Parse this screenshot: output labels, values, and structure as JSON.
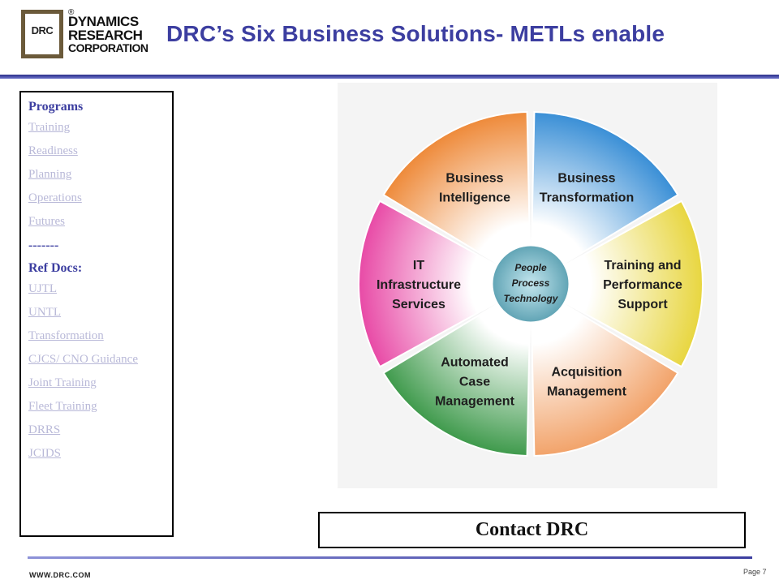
{
  "logo": {
    "badge": "DRC",
    "line1": "DYNAMICS",
    "line2": "RESEARCH",
    "line3": "CORPORATION",
    "mark": "®"
  },
  "title": "DRC’s Six Business Solutions- METLs enable",
  "nav": {
    "programs_heading": "Programs",
    "programs": [
      "Training",
      "Readiness",
      "Planning",
      "Operations",
      "Futures"
    ],
    "separator": "-------",
    "refdocs_heading": "Ref Docs:",
    "refdocs": [
      "UJTL",
      "UNTL",
      "Transformation",
      "CJCS/ CNO Guidance",
      "Joint Training",
      "Fleet Training",
      "DRRS",
      "JCIDS"
    ]
  },
  "wheel": {
    "center": [
      "People",
      "Process",
      "Technology"
    ],
    "segments": [
      {
        "lines": [
          "Business",
          "Transformation"
        ],
        "color": "#3a8fd6"
      },
      {
        "lines": [
          "Training and",
          "Performance",
          "Support"
        ],
        "color": "#e8d640"
      },
      {
        "lines": [
          "Acquisition",
          "Management"
        ],
        "color": "#f2a36a"
      },
      {
        "lines": [
          "Automated",
          "Case",
          "Management"
        ],
        "color": "#3f9a4c"
      },
      {
        "lines": [
          "IT",
          "Infrastructure",
          "Services"
        ],
        "color": "#e84aa6"
      },
      {
        "lines": [
          "Business",
          "Intelligence"
        ],
        "color": "#ee8a3a"
      }
    ]
  },
  "contact_label": "Contact DRC",
  "footer": {
    "url": "WWW.DRC.COM",
    "page": "Page 7"
  }
}
